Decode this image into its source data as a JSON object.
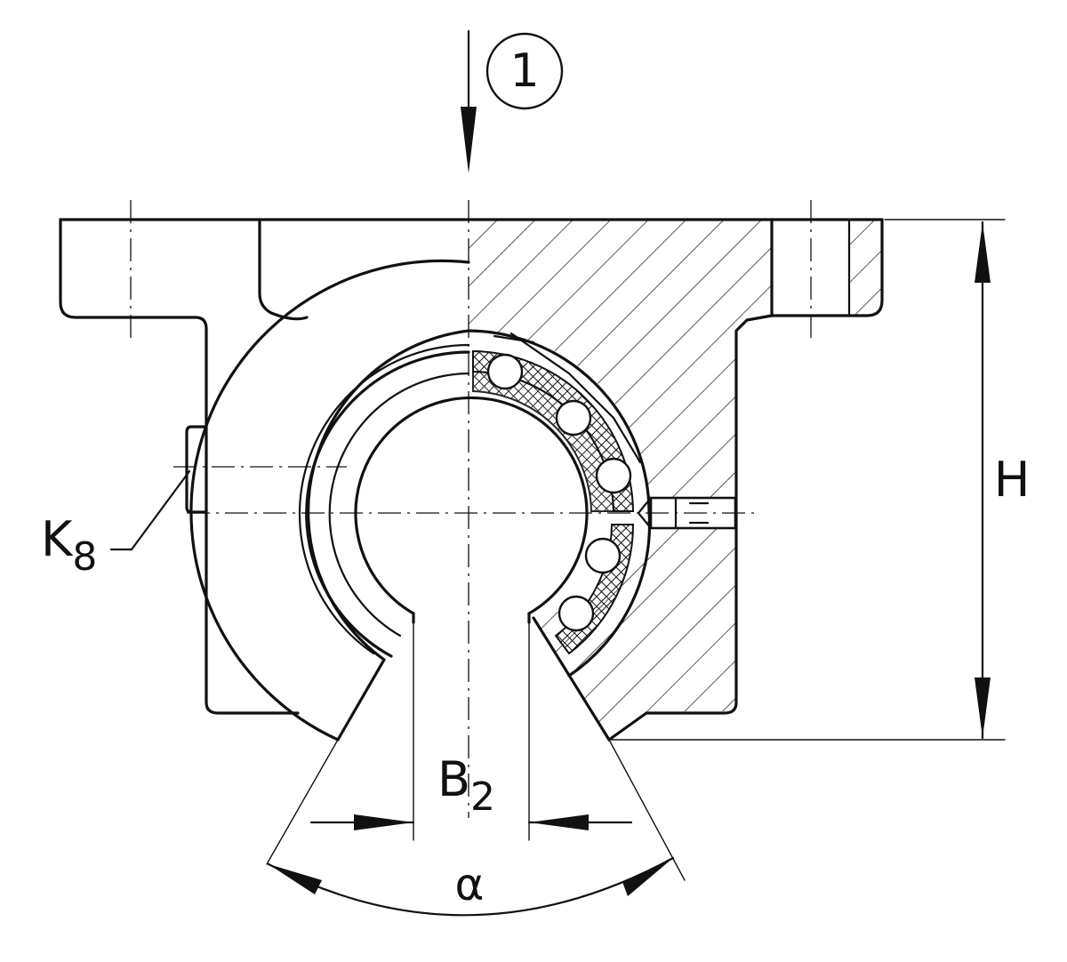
{
  "labels": {
    "callout_number": "1",
    "height_main": "H",
    "height_sub": "",
    "thread_main": "K",
    "thread_sub": "8",
    "width_main": "B",
    "width_sub": "2",
    "angle": "α"
  },
  "colors": {
    "line": "#111111",
    "background": "#ffffff"
  }
}
